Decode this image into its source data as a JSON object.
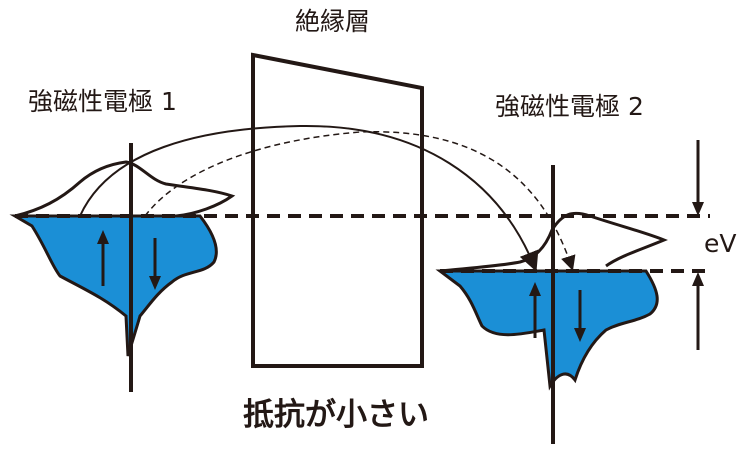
{
  "diagram": {
    "barrier_label": "絶縁層",
    "left_electrode_label": "強磁性電極 1",
    "right_electrode_label": "強磁性電極 2",
    "bias_label": "eV",
    "caption": "抵抗が小さい",
    "colors": {
      "filled_states": "#1b8fd6",
      "line": "#231815",
      "background": "#ffffff"
    },
    "icons": [
      "up-arrow-icon",
      "down-arrow-icon"
    ]
  }
}
